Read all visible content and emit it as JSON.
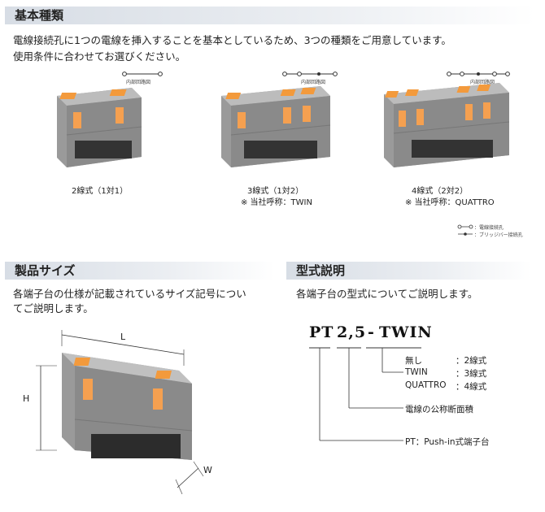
{
  "basic": {
    "title": "基本種類",
    "desc1": "電線接続孔に1つの電線を挿入することを基本としているため、3つの種類をご用意しています。",
    "desc2": "使用条件に合わせてお選びください。",
    "diagram_label": "内部回路図",
    "products": [
      {
        "label": "2線式（1対1）",
        "note": ""
      },
      {
        "label": "3線式（1対2）",
        "note": "※ 当社呼称：TWIN"
      },
      {
        "label": "4線式（2対2）",
        "note": "※ 当社呼称：QUATTRO"
      }
    ],
    "legend": [
      {
        "text": "：電線接続孔"
      },
      {
        "text": "：ブリッジバー接続孔"
      }
    ]
  },
  "size": {
    "title": "製品サイズ",
    "desc1": "各端子台の仕様が記載されているサイズ記号につい",
    "desc2": "てご説明します。",
    "dim_l": "L",
    "dim_h": "H",
    "dim_w": "W"
  },
  "model": {
    "title": "型式説明",
    "desc": "各端子台の型式についてご説明します。",
    "code_pt": "PT",
    "code_size": "2,5",
    "code_dash": "-",
    "code_type": "TWIN",
    "types": [
      {
        "name": "無し",
        "value": "：2線式"
      },
      {
        "name": "TWIN",
        "value": "：3線式"
      },
      {
        "name": "QUATTRO",
        "value": "：4線式"
      }
    ],
    "section_label": "電線の公称断面積",
    "pt_label": "PT：Push-in式端子台"
  }
}
